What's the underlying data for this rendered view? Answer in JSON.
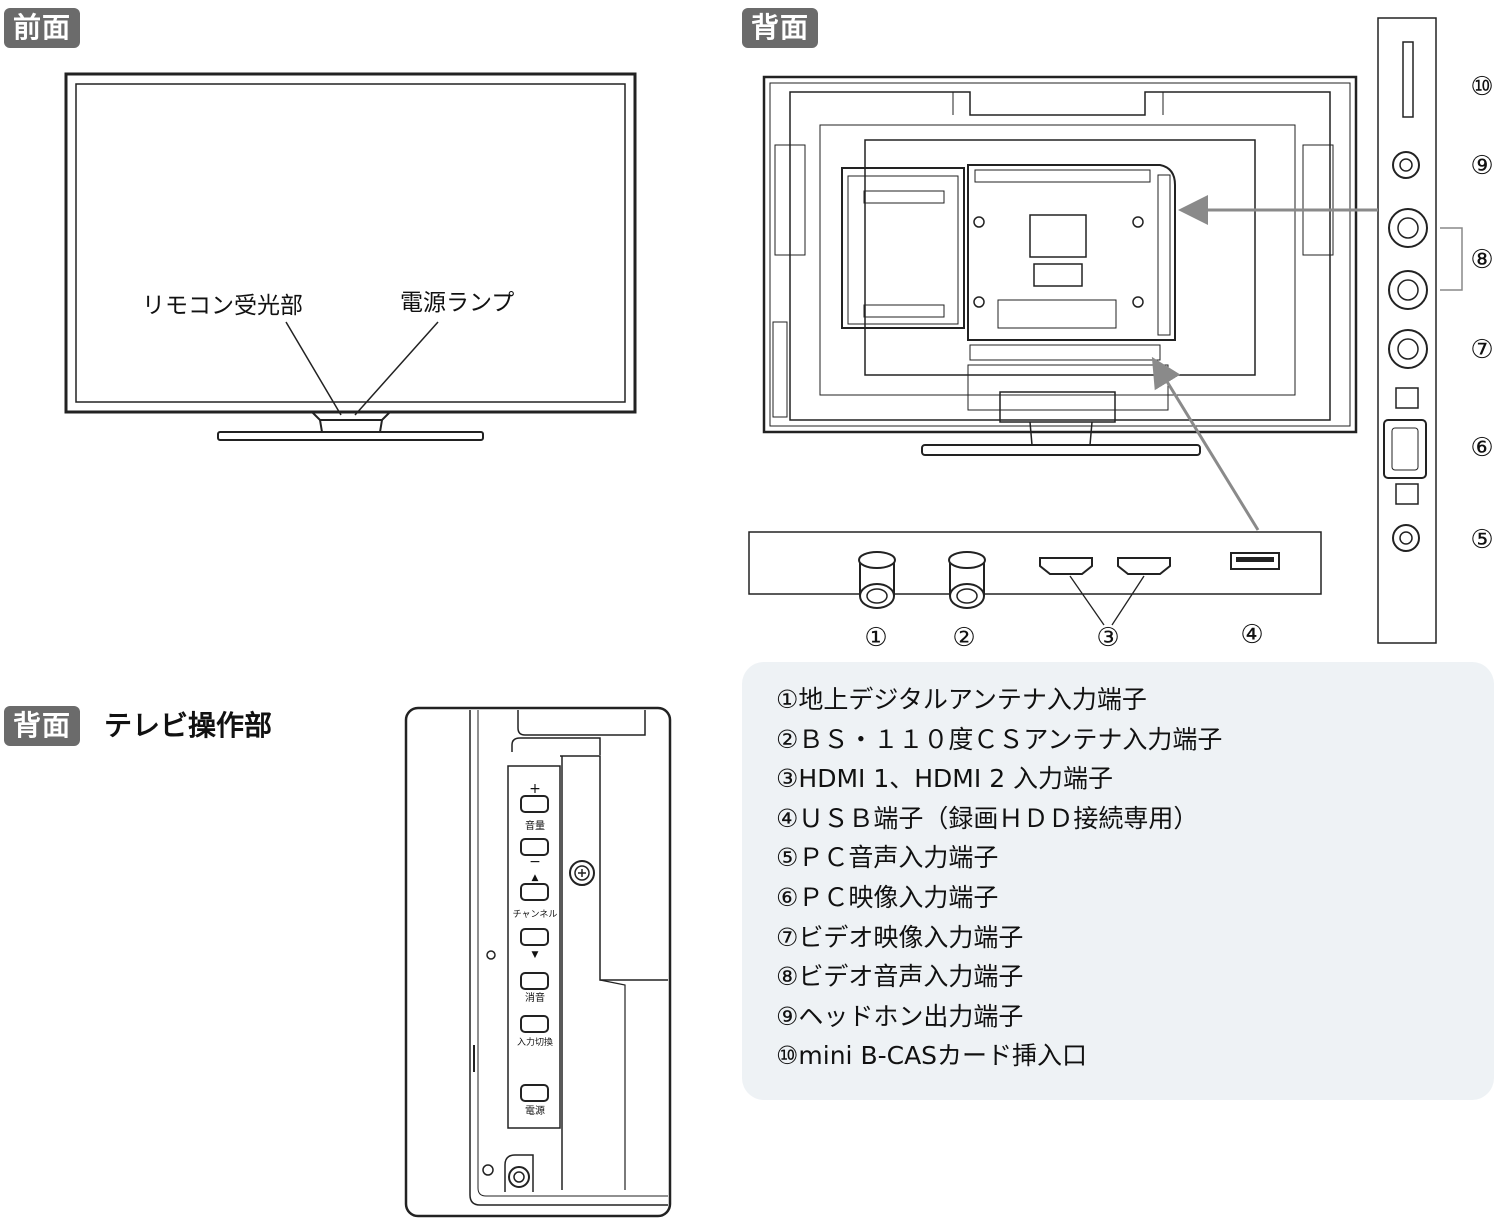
{
  "headings": {
    "front": "前面",
    "back": "背面",
    "panel_tag": "背面",
    "panel_title": "テレビ操作部"
  },
  "front_callouts": {
    "remote_sensor": "リモコン受光部",
    "power_lamp": "電源ランプ"
  },
  "markers": {
    "m1": "①",
    "m2": "②",
    "m3": "③",
    "m4": "④",
    "m5": "⑤",
    "m6": "⑥",
    "m7": "⑦",
    "m8": "⑧",
    "m9": "⑨",
    "m10": "⑩"
  },
  "control_labels": {
    "plus": "+",
    "volume": "音量",
    "minus": "−",
    "up": "▲",
    "channel": "チャンネル",
    "down": "▼",
    "mute": "消音",
    "input": "入力切換",
    "power": "電源"
  },
  "legend": [
    "①地上デジタルアンテナ入力端子",
    "②ＢＳ・１１０度ＣＳアンテナ入力端子",
    "③HDMI 1、HDMI 2 入力端子",
    "④ＵＳＢ端子（録画ＨＤＤ接続専用）",
    "⑤ＰＣ音声入力端子",
    "⑥ＰＣ映像入力端子",
    "⑦ビデオ映像入力端子",
    "⑧ビデオ音声入力端子",
    "⑨ヘッドホン出力端子",
    "⑩mini B-CASカード挿入口"
  ]
}
